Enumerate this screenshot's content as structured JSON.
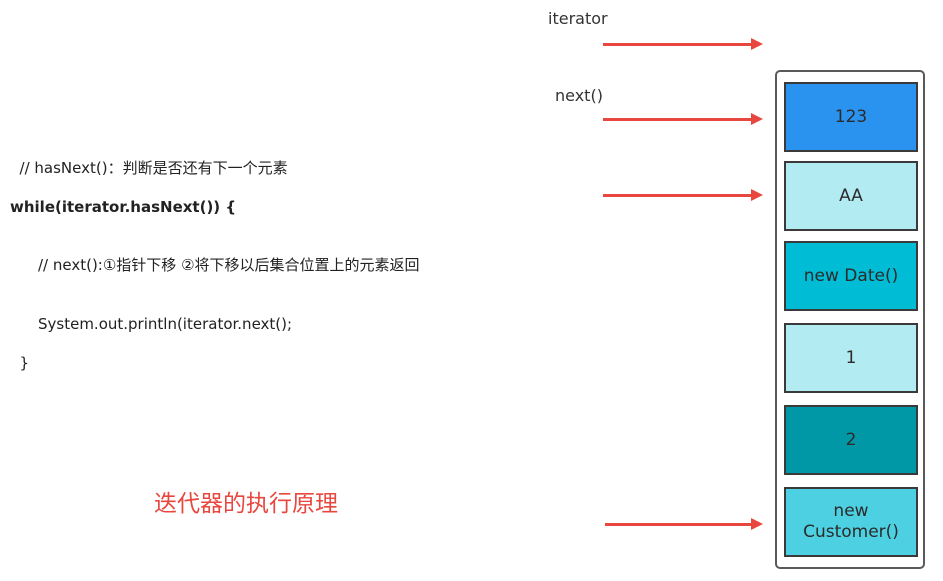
{
  "labels": {
    "iterator": "iterator",
    "next": "next()"
  },
  "code": {
    "line1": "// hasNext()：判断是否还有下一个元素",
    "line2": "while(iterator.hasNext()) {",
    "line3": "// next():①指针下移 ②将下移以后集合位置上的元素返回",
    "line4": "System.out.println(iterator.next();",
    "line5": "}"
  },
  "collection": {
    "items": [
      {
        "label": "123",
        "color": "#2a93ef"
      },
      {
        "label": "AA",
        "color": "#b2ebf2"
      },
      {
        "label": "new Date()",
        "color": "#00bcd4"
      },
      {
        "label": "1",
        "color": "#b2ebf2"
      },
      {
        "label": "2",
        "color": "#0097a7"
      },
      {
        "label": "new\nCustomer()",
        "color": "#4dd0e1"
      }
    ]
  },
  "title": "迭代器的执行原理",
  "colors": {
    "arrow": "#e8473f",
    "title": "#e8473f"
  }
}
